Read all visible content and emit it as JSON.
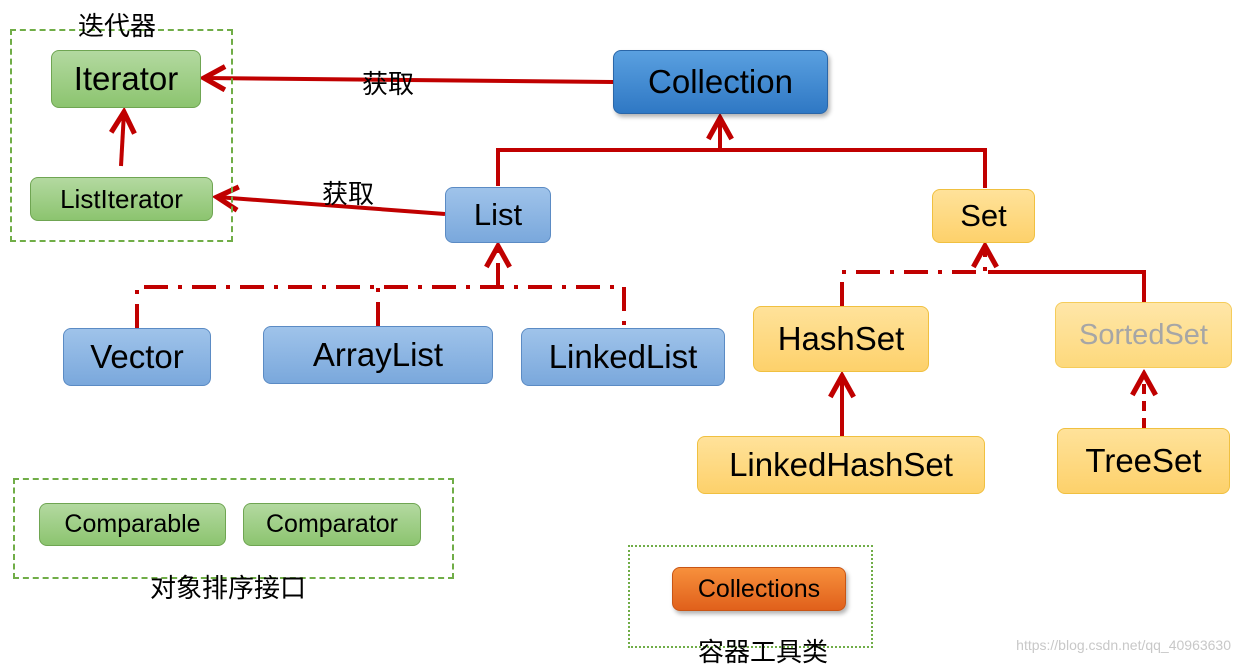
{
  "groups": {
    "iterator_group": "迭代器",
    "sorting_interfaces": "对象排序接口",
    "container_tools": "容器工具类"
  },
  "nodes": {
    "iterator": "Iterator",
    "list_iterator": "ListIterator",
    "collection": "Collection",
    "list": "List",
    "set": "Set",
    "vector": "Vector",
    "array_list": "ArrayList",
    "linked_list": "LinkedList",
    "hash_set": "HashSet",
    "sorted_set": "SortedSet",
    "linked_hash_set": "LinkedHashSet",
    "tree_set": "TreeSet",
    "comparable": "Comparable",
    "comparator": "Comparator",
    "collections": "Collections"
  },
  "edge_labels": {
    "collection_to_iterator": "获取",
    "list_to_list_iterator": "获取"
  },
  "watermark": "https://blog.csdn.net/qq_40963630",
  "colors": {
    "arrow": "#c00000",
    "green_node": "#9dcf85",
    "blue_node": "#8db4e2",
    "collection_node": "#3d8bd6",
    "yellow_node": "#ffd970",
    "orange_node": "#ed7625",
    "group_border": "#70ad47"
  }
}
